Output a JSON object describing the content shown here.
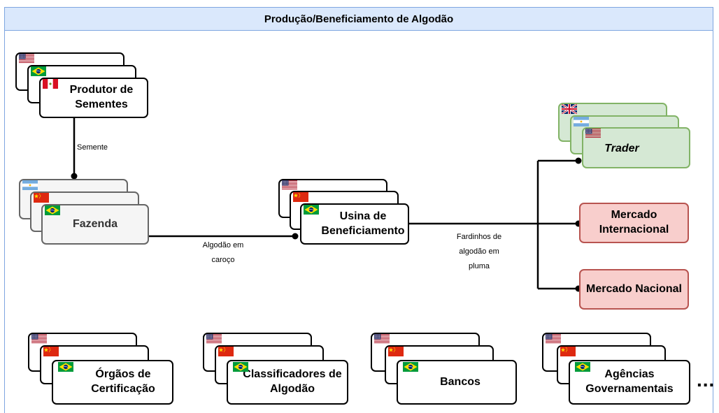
{
  "title": "Produção/Beneficiamento de Algodão",
  "nodes": {
    "produtor": "Produtor de Sementes",
    "fazenda": "Fazenda",
    "usina": "Usina de Beneficiamento",
    "trader": "Trader",
    "mercado_internacional": "Mercado Internacional",
    "mercado_nacional": "Mercado Nacional",
    "orgaos": "Órgãos de Certificação",
    "classificadores": "Classificadores de Algodão",
    "bancos": "Bancos",
    "agencias": "Agências Governamentais"
  },
  "edges": {
    "semente": "Semente",
    "algodao_caroco": "Algodão em caroço",
    "fardinhos": "Fardinhos de algodão em pluma"
  },
  "ellipsis": "...",
  "flags": {
    "produtor": [
      "usa-flag",
      "brazil-flag",
      "peru-flag"
    ],
    "fazenda": [
      "argentina-flag",
      "china-flag",
      "brazil-flag"
    ],
    "usina": [
      "usa-flag",
      "china-flag",
      "brazil-flag"
    ],
    "trader": [
      "uk-flag",
      "argentina-flag",
      "usa-flag"
    ],
    "bottom_groups": [
      "usa-flag",
      "china-flag",
      "brazil-flag"
    ]
  },
  "colors": {
    "header_fill": "#dae8fc",
    "header_border": "#7ea6e0",
    "trader_fill": "#d5e8d4",
    "trader_border": "#82b366",
    "mercado_fill": "#f8cecc",
    "mercado_border": "#b85450",
    "fazenda_fill": "#f5f5f5",
    "fazenda_border": "#666666"
  }
}
